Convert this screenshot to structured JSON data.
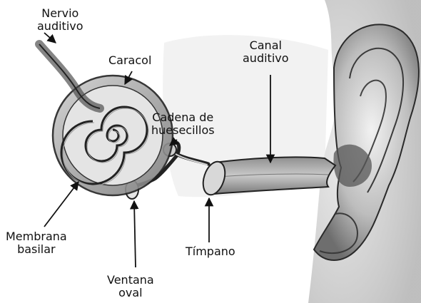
{
  "labels": {
    "nervio": [
      "Nervio",
      "auditivo"
    ],
    "caracol": [
      "Caracol"
    ],
    "canal": [
      "Canal",
      "auditivo"
    ],
    "cadena": [
      "Cadena de",
      "huesecillos"
    ],
    "membrana": [
      "Membrana",
      "basilar"
    ],
    "timpano": [
      "Tímpano"
    ],
    "ventana": [
      "Ventana",
      "oval"
    ]
  }
}
